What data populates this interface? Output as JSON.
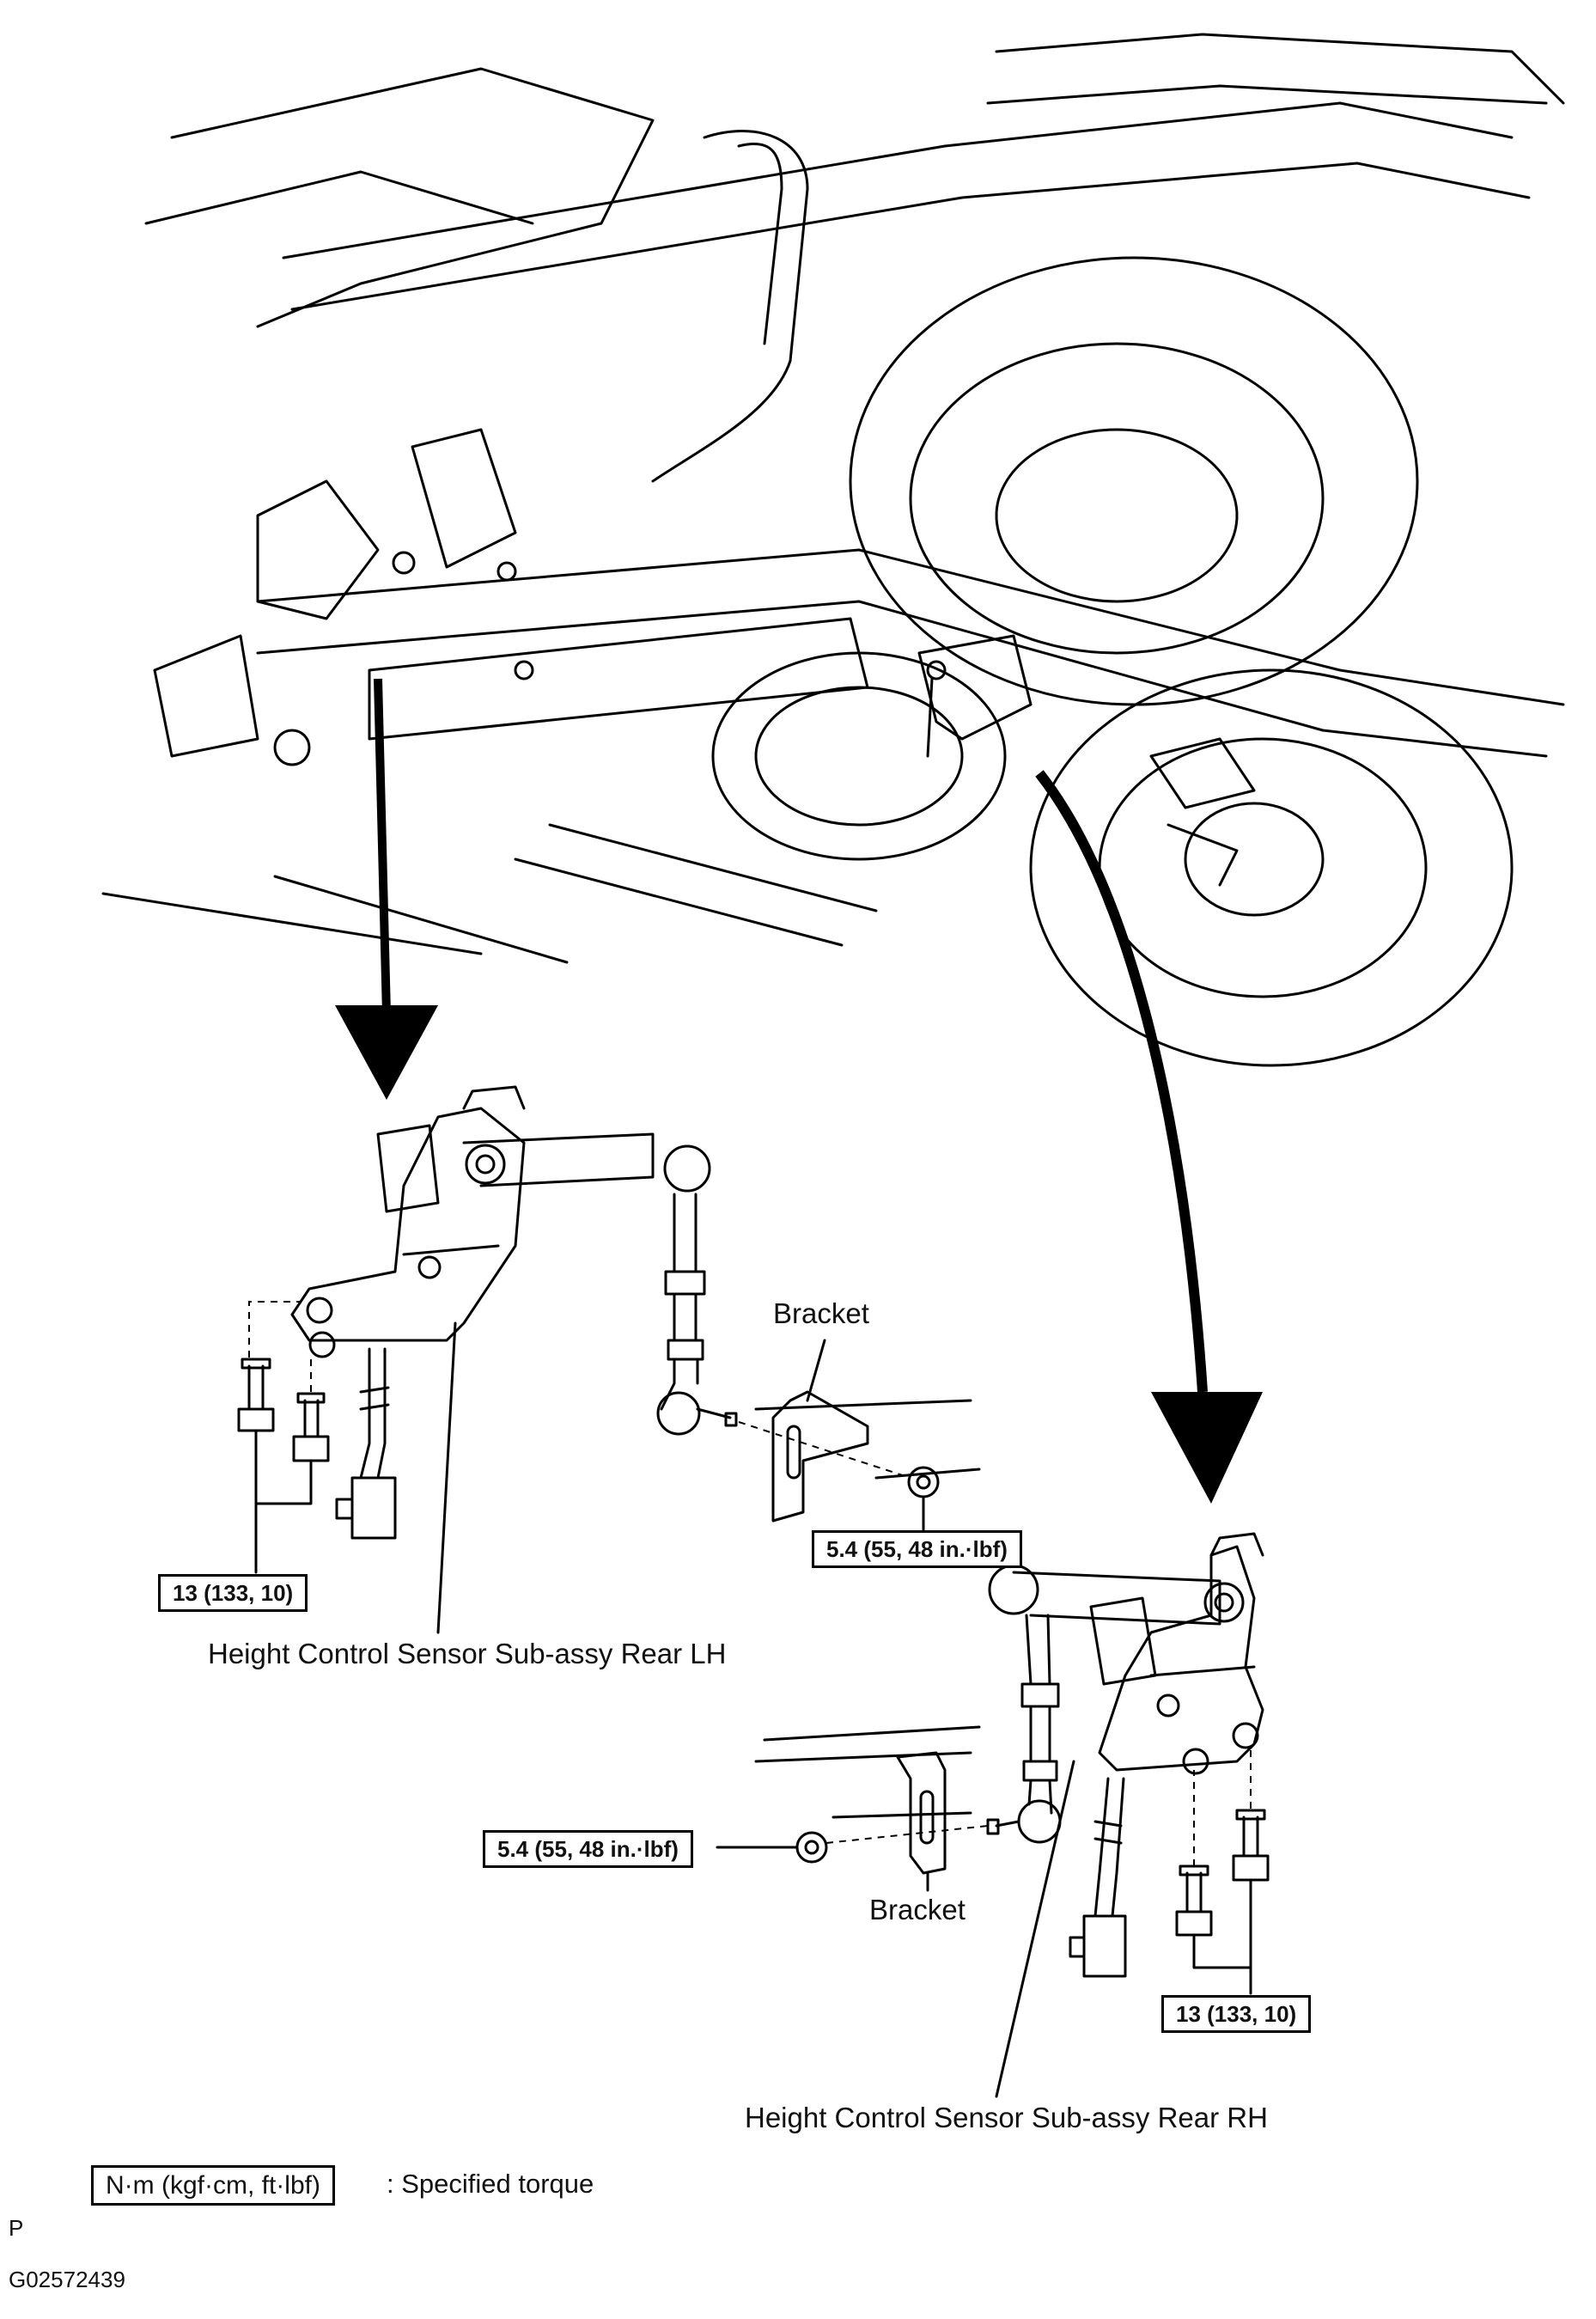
{
  "labels": {
    "bracket_lh": "Bracket",
    "bracket_rh": "Bracket",
    "sensor_lh": "Height Control Sensor Sub-assy Rear LH",
    "sensor_rh": "Height Control Sensor Sub-assy Rear RH"
  },
  "torques": {
    "lh_bolts": "13 (133, 10)",
    "lh_nut": "5.4 (55, 48 in.·lbf)",
    "rh_nut": "5.4 (55, 48 in.·lbf)",
    "rh_bolts": "13 (133, 10)"
  },
  "legend": {
    "unit_box": "N·m (kgf·cm, ft·lbf)",
    "description": ": Specified torque"
  },
  "footer": {
    "letter": "P",
    "code": "G02572439"
  }
}
